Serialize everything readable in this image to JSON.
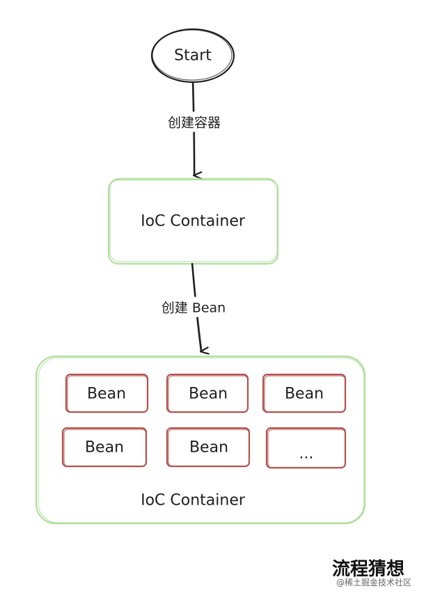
{
  "nodes": {
    "start": "Start",
    "container_1": "IoC Container",
    "container_2": "IoC Container",
    "beans": [
      "Bean",
      "Bean",
      "Bean",
      "Bean",
      "Bean",
      "..."
    ]
  },
  "edges": {
    "create_container": "创建容器",
    "create_bean": "创建 Bean"
  },
  "footer": {
    "title": "流程猜想",
    "watermark": "@稀土掘金技术社区"
  },
  "colors": {
    "stroke_dark": "#1e1e1e",
    "container_stroke": "#b2de9e",
    "bean_stroke": "#b3514d"
  }
}
